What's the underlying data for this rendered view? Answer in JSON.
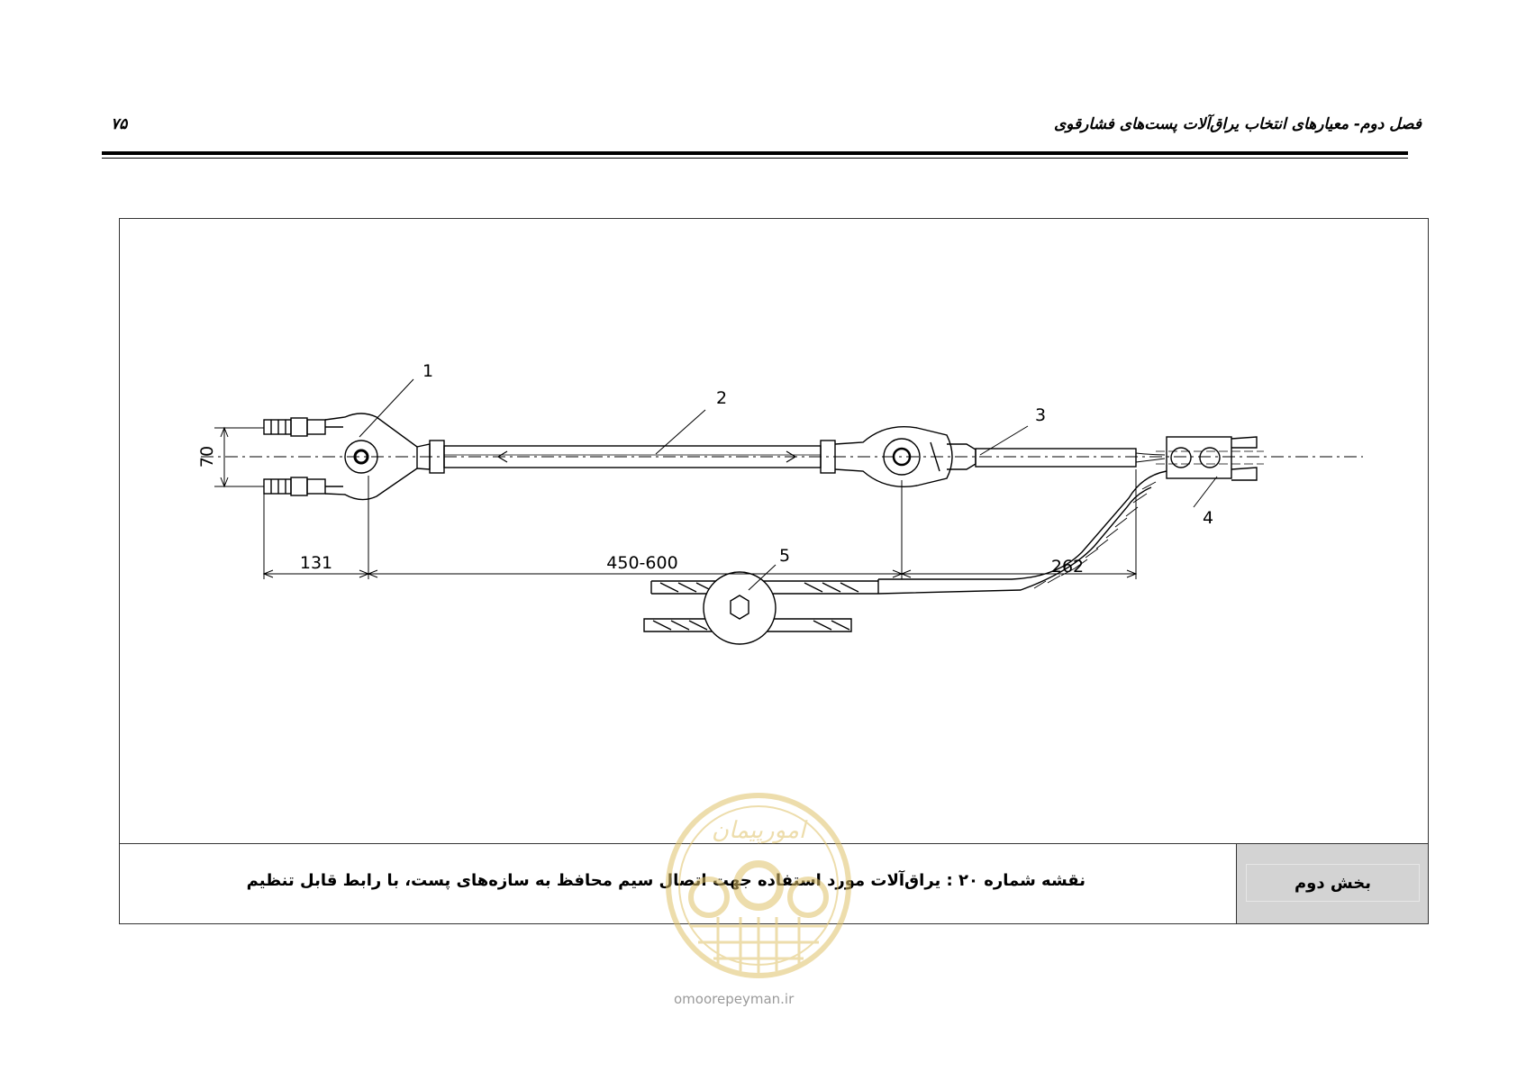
{
  "header": {
    "title": "فصل دوم- معیارهای انتخاب یراق‌آلات پست‌های فشارقوی",
    "page_number": "۷۵"
  },
  "drawing": {
    "callouts": [
      "1",
      "2",
      "3",
      "4",
      "5"
    ],
    "dimensions": {
      "height": "70",
      "offset": "131",
      "span": "450-600",
      "end": "262"
    }
  },
  "caption": {
    "section": "بخش دوم",
    "title": "نقشه شماره ۲۰ : یراق‌آلات مورد استفاده جهت اتصال سیم محافظ به سازه‌های پست، با رابط قابل تنظیم"
  },
  "watermark": {
    "text": "امورپیمان",
    "url": "omoorepeyman.ir"
  }
}
